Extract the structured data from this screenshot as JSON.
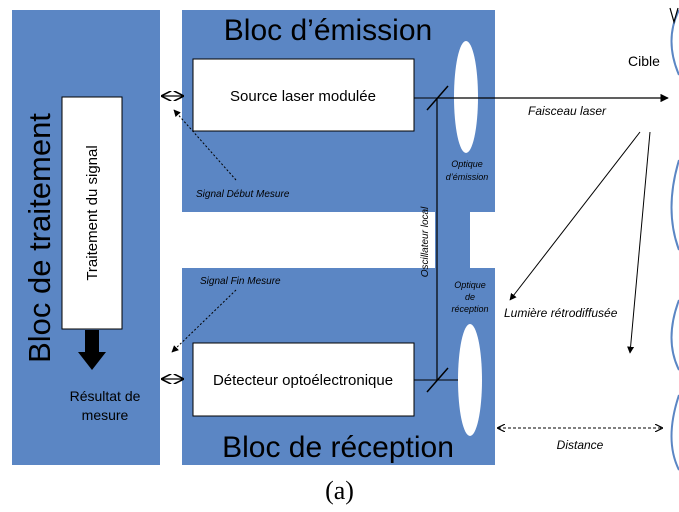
{
  "blocks": {
    "traitement": "Bloc de traitement",
    "emission": "Bloc d’émission",
    "reception": "Bloc de réception"
  },
  "components": {
    "traitement_signal": "Traitement du signal",
    "source_laser": "Source laser modulée",
    "detecteur": "Détecteur optoélectronique"
  },
  "labels": {
    "resultat_line1": "Résultat de",
    "resultat_line2": "mesure",
    "signal_debut": "Signal Début Mesure",
    "signal_fin": "Signal Fin Mesure",
    "optique_emission_line1": "Optique",
    "optique_emission_line2": "d’émission",
    "optique_reception_line1": "Optique",
    "optique_reception_line2": "de",
    "optique_reception_line3": "réception",
    "oscillateur_local": "Oscillateur local",
    "cible": "Cible",
    "faisceau_laser": "Faisceau laser",
    "lumiere_retrodiffusee": "Lumière rétrodiffusée",
    "distance": "Distance"
  },
  "caption": "(a)",
  "colors": {
    "block_blue": "#5b86c4",
    "box_fill": "#ffffff",
    "line": "#000000"
  }
}
